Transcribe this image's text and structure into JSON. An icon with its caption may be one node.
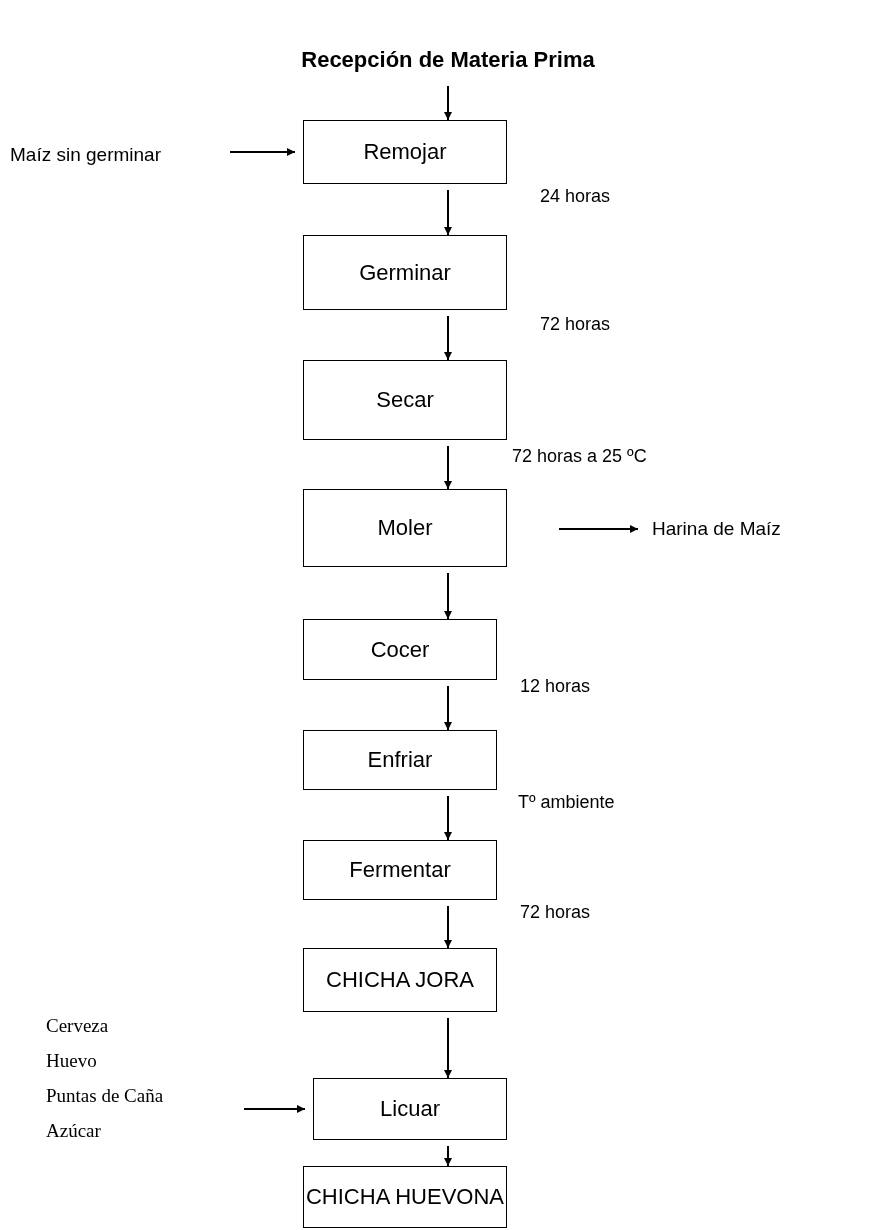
{
  "diagram": {
    "nodes": [
      {
        "text": [
          "Recepción de Materia Prima"
        ]
      },
      {
        "text": [
          "Maíz sin germinar"
        ]
      },
      {
        "text": [
          "Remojar"
        ],
        "beside": [
          "24 horas"
        ]
      },
      {
        "text": [
          "Germinar"
        ],
        "beside": [
          "72 horas"
        ]
      },
      {
        "text": [
          "Secar"
        ],
        "beside": [
          "72 horas a 25 ºC"
        ]
      },
      {
        "text": [
          "Moler"
        ]
      },
      {
        "text": [
          "Harina de Maíz"
        ]
      },
      {
        "text": [
          "Cocer"
        ],
        "beside": [
          "12 horas"
        ]
      },
      {
        "text": [
          "Enfriar"
        ],
        "beside": [
          "Tº ambiente"
        ]
      },
      {
        "text": [
          "Fermentar"
        ],
        "beside": [
          "72 horas"
        ]
      },
      {
        "text": [
          "CHICHA JORA"
        ]
      },
      {
        "text": [
          "Cerveza",
          "Huevo",
          "Puntas de Caña",
          "Azúcar"
        ]
      },
      {
        "text": [
          "Licuar"
        ]
      },
      {
        "text": [
          "CHICHA HUEVONA"
        ]
      }
    ],
    "edges": [
      {
        "from": 0,
        "to": 2,
        "arrow": "to"
      },
      {
        "from": 1,
        "to": 2,
        "arrow": "to"
      },
      {
        "from": 2,
        "to": 3,
        "arrow": "to"
      },
      {
        "from": 3,
        "to": 4,
        "arrow": "to"
      },
      {
        "from": 4,
        "to": 5,
        "arrow": "to"
      },
      {
        "from": 5,
        "to": 6,
        "arrow": "to"
      },
      {
        "from": 5,
        "to": 7,
        "arrow": "to"
      },
      {
        "from": 7,
        "to": 8,
        "arrow": "to"
      },
      {
        "from": 8,
        "to": 9,
        "arrow": "to"
      },
      {
        "from": 9,
        "to": 10,
        "arrow": "to"
      },
      {
        "from": 10,
        "to": 12,
        "arrow": "to"
      },
      {
        "from": 11,
        "to": 12,
        "arrow": "to"
      },
      {
        "from": 12,
        "to": 13,
        "arrow": "to"
      }
    ]
  }
}
